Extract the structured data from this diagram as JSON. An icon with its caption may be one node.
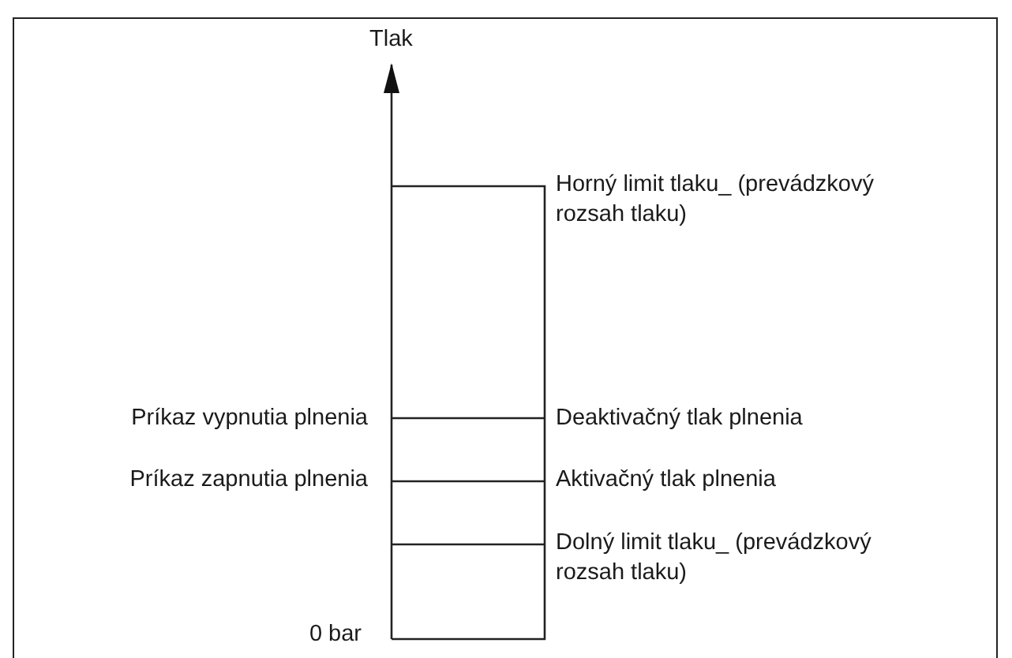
{
  "diagram": {
    "labels": [
      "Tlak",
      "Horný limit tlaku_ (prevádzkový rozsah tlaku)",
      "Príkaz vypnutia plnenia",
      "Deaktivačný tlak plnenia",
      "Príkaz zapnutia plnenia",
      "Aktivačný tlak plnenia",
      "Dolný limit tlaku_ (prevádzkový rozsah tlaku)",
      "0 bar"
    ]
  }
}
